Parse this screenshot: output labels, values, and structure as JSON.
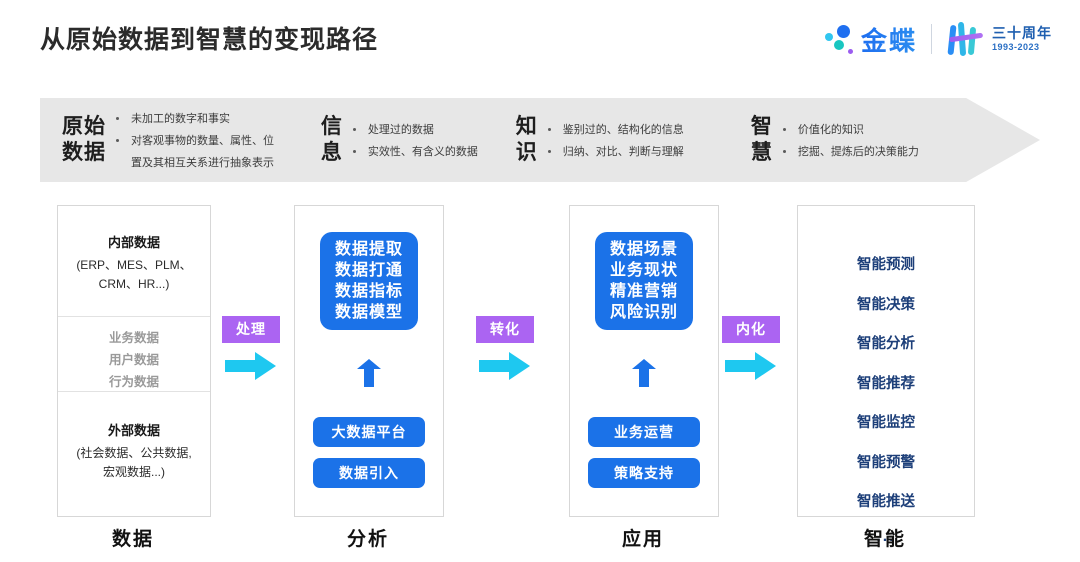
{
  "header": {
    "title": "从原始数据到智慧的变现路径",
    "brand": {
      "name": "金蝶",
      "anniversary_cn": "三十周年",
      "anniversary_years": "1993-2023"
    }
  },
  "banner": {
    "stages": [
      {
        "name": "原始\n数据",
        "bullets": [
          "未加工的数字和事实",
          "对客观事物的数量、属性、位",
          "置及其相互关系进行抽象表示"
        ]
      },
      {
        "name": "信\n息",
        "bullets": [
          "处理过的数据",
          "实效性、有含义的数据"
        ]
      },
      {
        "name": "知\n识",
        "bullets": [
          "鉴别过的、结构化的信息",
          "归纳、对比、判断与理解"
        ]
      },
      {
        "name": "智\n慧",
        "bullets": [
          "价值化的知识",
          "挖掘、提炼后的决策能力"
        ]
      }
    ]
  },
  "columns": {
    "data": {
      "bottom_label": "数据",
      "internal_title": "内部数据",
      "internal_sub": "(ERP、MES、PLM、\nCRM、HR...)",
      "middle_lines": [
        "业务数据",
        "用户数据",
        "行为数据"
      ],
      "external_title": "外部数据",
      "external_sub": "(社会数据、公共数据,\n宏观数据...)"
    },
    "analysis": {
      "bottom_label": "分析",
      "box_lines": "数据提取\n数据打通\n数据指标\n数据模型",
      "pills": [
        "大数据平台",
        "数据引入"
      ]
    },
    "application": {
      "bottom_label": "应用",
      "box_lines": "数据场景\n业务现状\n精准营销\n风险识别",
      "pills": [
        "业务运营",
        "策略支持"
      ]
    },
    "intelligence": {
      "bottom_label": "智能",
      "items": [
        "智能预测",
        "智能决策",
        "智能分析",
        "智能推荐",
        "智能监控",
        "智能预警",
        "智能推送"
      ],
      "ellipsis": "..."
    }
  },
  "connectors": [
    {
      "label": "处理"
    },
    {
      "label": "转化"
    },
    {
      "label": "内化"
    }
  ],
  "colors": {
    "blue": "#1b72e8",
    "purple": "#ab64f2",
    "cyan": "#1ec8f0",
    "navy": "#1d3f79",
    "banner_gray": "#e7e7e7"
  }
}
